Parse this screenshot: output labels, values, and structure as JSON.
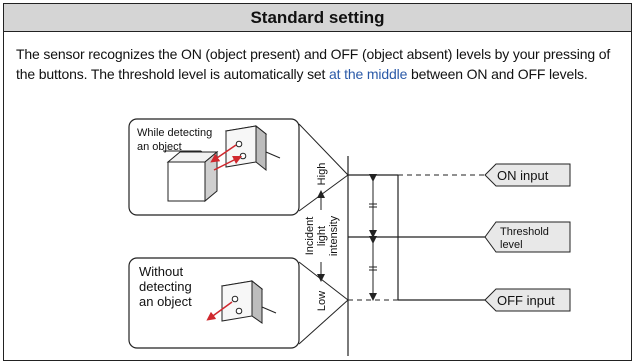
{
  "header": {
    "title": "Standard setting"
  },
  "description": {
    "part1": "The sensor recognizes the ON (object present) and OFF (object absent) levels by your pressing of the buttons. The threshold level is automatically set ",
    "highlight": "at the middle",
    "part2": " between ON and OFF levels."
  },
  "diagram": {
    "box_detecting": {
      "line1": "While detecting",
      "line2": "an object"
    },
    "box_without": {
      "line1": "Without",
      "line2": "detecting",
      "line3": "an object"
    },
    "axis": {
      "line1": "Incident",
      "line2": "light",
      "line3": "intensity",
      "high": "High",
      "low": "Low"
    },
    "labels": {
      "on_input": "ON input",
      "threshold1": "Threshold",
      "threshold2": "level",
      "off_input": "OFF input"
    },
    "colors": {
      "line": "#222222",
      "arrow_red": "#d0282e",
      "highlight": "#2b5aa8",
      "header_bg": "#d5d5d5"
    }
  }
}
